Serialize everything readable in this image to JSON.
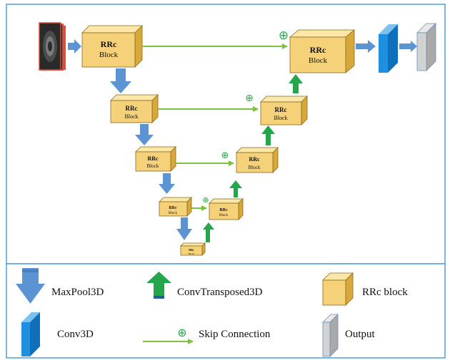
{
  "colors": {
    "frame": "#4f9fdc",
    "block_front": "#f5d27a",
    "block_top": "#fbe7a8",
    "block_side": "#d8a83a",
    "block_edge": "#8a6a1a",
    "maxpool_arrow": "#5b93d3",
    "transposed_arrow": "#25a64a",
    "skip_arrow": "#7cc142",
    "conv3d": "#1f8fe0",
    "output": "#c9c9c9"
  },
  "blocks": [
    {
      "id": "enc1",
      "title": "RRc",
      "subtitle": "Block"
    },
    {
      "id": "enc2",
      "title": "RRc",
      "subtitle": "Block"
    },
    {
      "id": "enc3",
      "title": "RRc",
      "subtitle": "Block"
    },
    {
      "id": "enc4",
      "title": "RRc",
      "subtitle": "Block"
    },
    {
      "id": "bottleneck",
      "title": "RRc",
      "subtitle": "Block"
    },
    {
      "id": "dec4",
      "title": "RRc",
      "subtitle": "Block"
    },
    {
      "id": "dec3",
      "title": "RRc",
      "subtitle": "Block"
    },
    {
      "id": "dec2",
      "title": "RRc",
      "subtitle": "Block"
    },
    {
      "id": "dec1",
      "title": "RRc",
      "subtitle": "Block"
    }
  ],
  "skip_symbol": "⊕",
  "legend": {
    "maxpool": "MaxPool3D",
    "conv_transposed": "ConvTransposed3D",
    "rrc_block": "RRc block",
    "conv3d": "Conv3D",
    "skip": "Skip Connection",
    "output": "Output"
  }
}
